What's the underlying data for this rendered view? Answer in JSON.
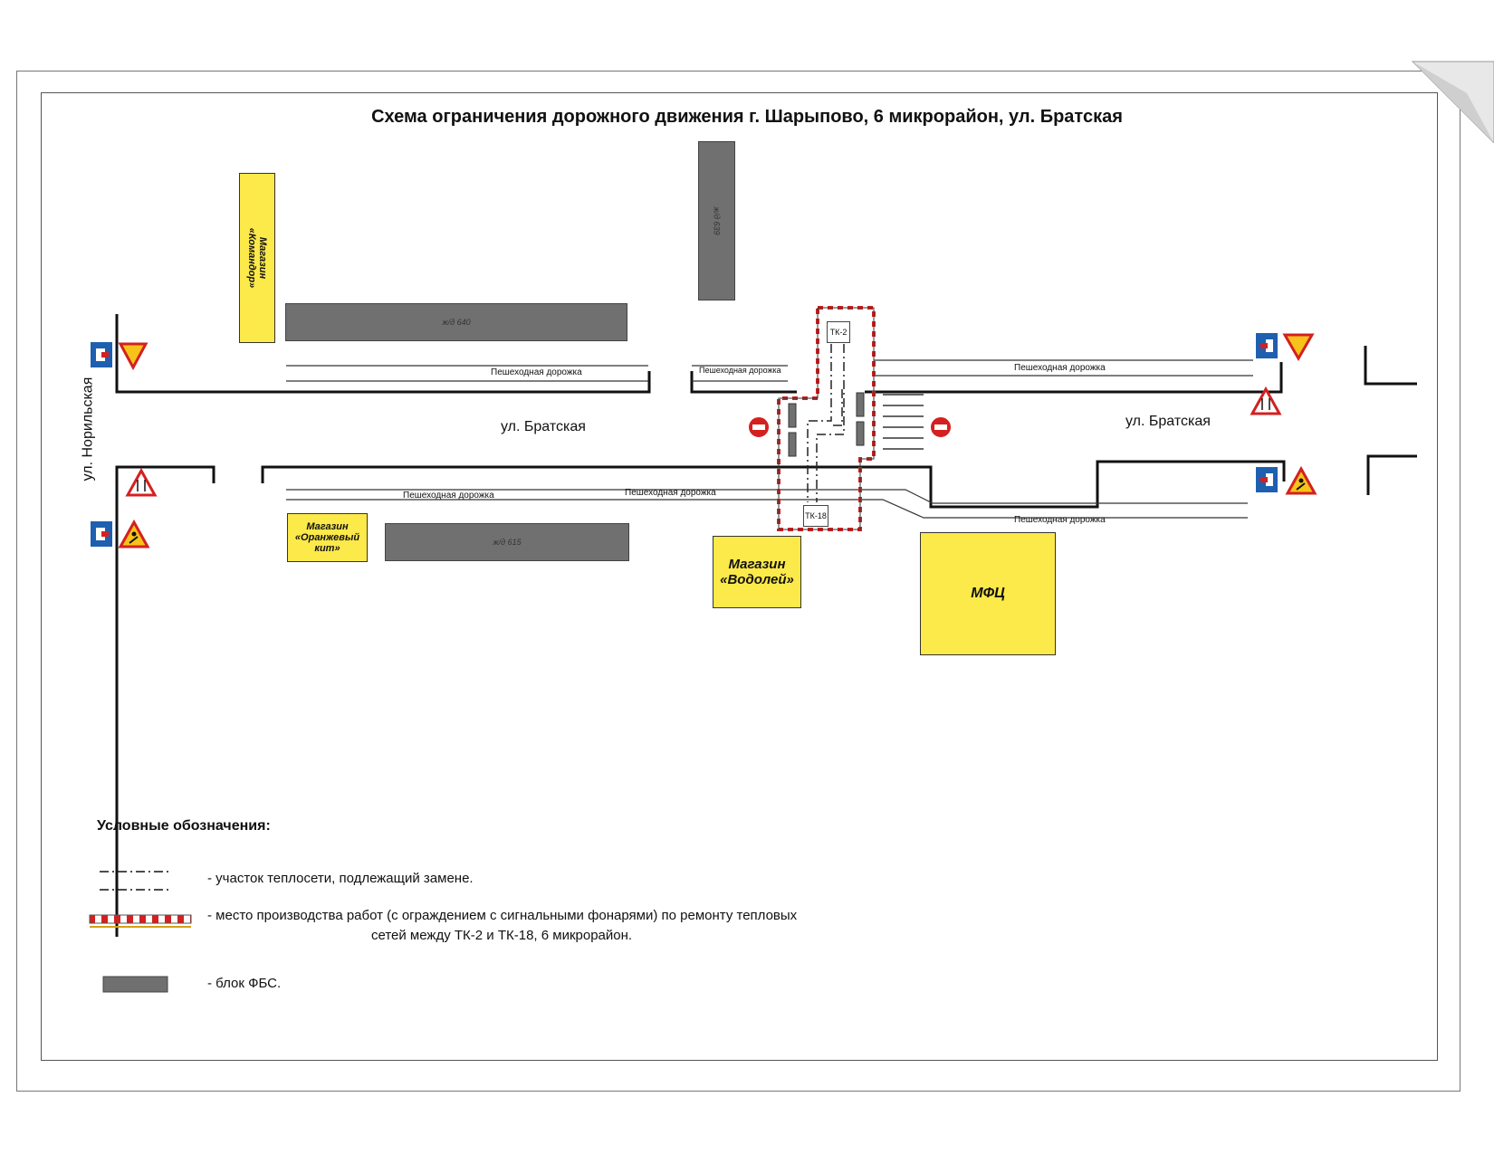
{
  "title": "Схема ограничения дорожного движения г. Шарыпово, 6 микрорайон, ул. Братская",
  "streets": {
    "bratskaya_left": "ул. Братская",
    "bratskaya_right": "ул. Братская",
    "norilskaya": "ул. Норильская"
  },
  "footpaths": {
    "north_left": "Пешеходная дорожка",
    "north_mid": "Пешеходная дорожка",
    "north_right": "Пешеходная дорожка",
    "south_left": "Пешеходная дорожка",
    "south_mid": "Пешеходная дорожка",
    "south_right": "Пешеходная дорожка"
  },
  "buildings": {
    "block_640": "ж/д 640",
    "block_639": "ж/д 639",
    "block_615": "ж/д 615"
  },
  "shops": {
    "komandor": "Магазин «Командор»",
    "oranzhevy_kit": "Магазин «Оранжевый кит»",
    "vodoley": "Магазин «Водолей»",
    "mfc": "МФЦ"
  },
  "chambers": {
    "tk2": "ТК-2",
    "tk18": "ТК-18"
  },
  "legend": {
    "title": "Условные обозначения:",
    "heat_network": "- участок теплосети, подлежащий замене.",
    "work_area_line1": "- место  производства работ (с ограждением с сигнальными фонарями) по ремонту  тепловых",
    "work_area_line2": "сетей между ТК-2 и ТК-18, 6 микрорайон.",
    "fbs_block": "- блок ФБС."
  },
  "colors": {
    "shop_fill": "#fce94a",
    "fbs_block": "#707070",
    "sign_red": "#d42020",
    "sign_blue": "#1f5fb0",
    "sign_yellow": "#f7c31a"
  },
  "icons": [
    "no-entry-sign-icon",
    "road-works-sign-icon",
    "detour-sign-icon",
    "two-way-traffic-sign-icon",
    "yield-sign-icon"
  ]
}
